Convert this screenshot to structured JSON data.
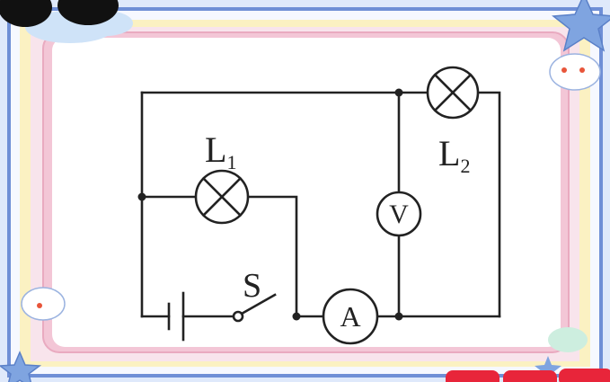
{
  "diagram": {
    "lamp1": {
      "letter": "L",
      "sub": "1"
    },
    "lamp2": {
      "letter": "L",
      "sub": "2"
    },
    "switch_label": "S",
    "voltmeter_symbol": "V",
    "ammeter_symbol": "A"
  },
  "colors": {
    "wire": "#222222",
    "frame_blue": "#6f8fd6",
    "frame_pink": "#f3c6d6",
    "frame_yellow": "#fbf1c2",
    "star": "#7fa4e0",
    "heart": "#e8253a"
  }
}
